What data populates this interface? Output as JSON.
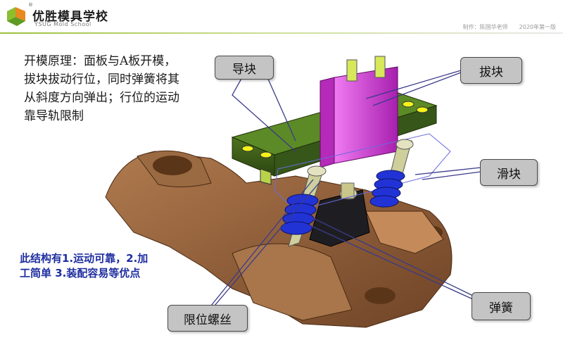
{
  "header": {
    "logo_cn": "优胜模具学校",
    "logo_en": "YSUG Mold School",
    "registered": "®",
    "author": "制作：陈国华老师　　2020年第一版"
  },
  "principle_text": "开模原理：面板与A板开模，拔块拔动行位，同时弹簧将其从斜度方向弹出；行位的运动靠导轨限制",
  "advantages_text": "此结构有1.运动可靠，2.加工简单 3.装配容易等优点",
  "callouts": {
    "guide_block": "导块",
    "pull_block": "拔块",
    "slider": "滑块",
    "limit_screw": "限位螺丝",
    "spring": "弹簧"
  },
  "colors": {
    "brand_green": "#8cbf2e",
    "brand_orange": "#e8891f",
    "part_brown": "#8b5a36",
    "guide_green": "#3a5a16",
    "pull_magenta": "#d23bd6",
    "spring_blue": "#1f2ed0",
    "advantage_text": "#1f2ea0"
  }
}
